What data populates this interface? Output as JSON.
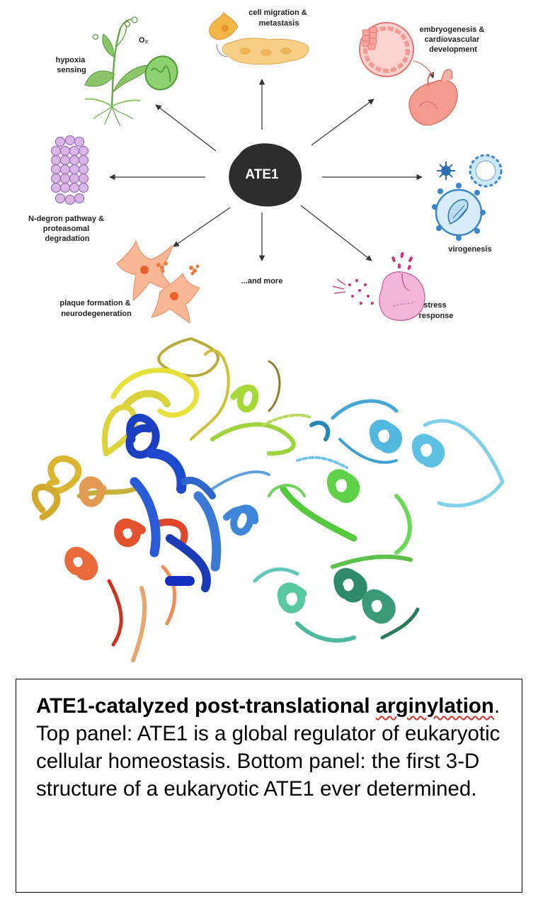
{
  "hub": {
    "label": "ATE1"
  },
  "functions": [
    {
      "id": "hypoxia",
      "lines": [
        "hypoxia",
        "sensing"
      ],
      "extra": "O₂"
    },
    {
      "id": "migration",
      "lines": [
        "cell migration &",
        "metastasis"
      ]
    },
    {
      "id": "embryo",
      "lines": [
        "embryogenesis &",
        "cardiovascular",
        "development"
      ]
    },
    {
      "id": "ndegron",
      "lines": [
        "N-degron pathway &",
        "proteasomal",
        "degradation"
      ]
    },
    {
      "id": "viro",
      "lines": [
        "virogenesis"
      ]
    },
    {
      "id": "plaque",
      "lines": [
        "plaque formation &",
        "neurodegeneration"
      ]
    },
    {
      "id": "more",
      "lines": [
        "...and more"
      ]
    },
    {
      "id": "stress",
      "lines": [
        "stress",
        "response"
      ]
    }
  ],
  "caption": {
    "title_a": "ATE1-catalyzed post-translational",
    "title_b": "arginylation",
    "rest": ". Top panel: ATE1 is a global regulator of eukaryotic cellular homeostasis. Bottom panel: the first 3-D structure of a eukaryotic ATE1 ever determined."
  },
  "colors": {
    "hub": "#2d2d2d",
    "arrow": "#333333",
    "plant": "#8cc46a",
    "mitochondrion": "#6fbf56",
    "migration": "#f2b64a",
    "embryo": "#f28b82",
    "ndegron": "#c9a3d9",
    "virus": "#3d86c6",
    "neuron": "#f59a72",
    "stress": "#e37ab3",
    "caption_border": "#000000",
    "spellcheck": "#d0342c"
  }
}
